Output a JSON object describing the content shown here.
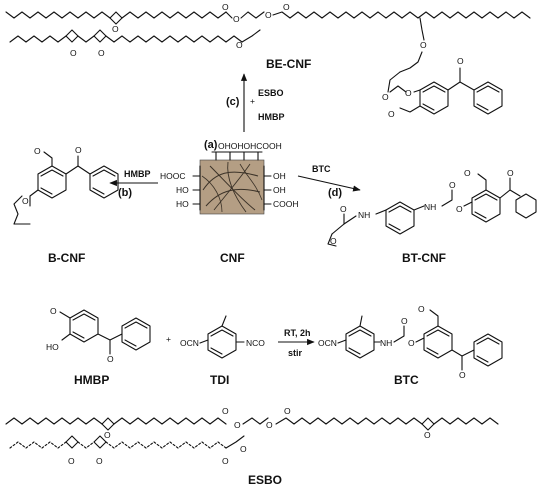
{
  "labels": {
    "be_cnf": "BE-CNF",
    "cnf": "CNF",
    "b_cnf": "B-CNF",
    "bt_cnf": "BT-CNF",
    "hmbp": "HMBP",
    "tdi": "TDI",
    "btc": "BTC",
    "esbo": "ESBO"
  },
  "steps": {
    "a": "(a)",
    "b": "(b)",
    "c": "(c)",
    "d": "(d)"
  },
  "reagents": {
    "esbo": "ESBO",
    "hmbp": "HMBP",
    "btc": "BTC",
    "plus": "+"
  },
  "conditions": {
    "rt": "RT, 2h",
    "stir": "stir"
  },
  "cnf": {
    "top": "OHOHOHCOOH",
    "left1": "HOOC",
    "left2": "HO",
    "left3": "HO",
    "right1": "OH",
    "right2": "OH",
    "right3": "COOH"
  },
  "be": {
    "o": "O"
  },
  "bt": {
    "nh": "NH"
  },
  "hmbp": {
    "ho": "HO"
  },
  "tdi": {
    "ocn": "OCN",
    "nco": "NCO"
  }
}
